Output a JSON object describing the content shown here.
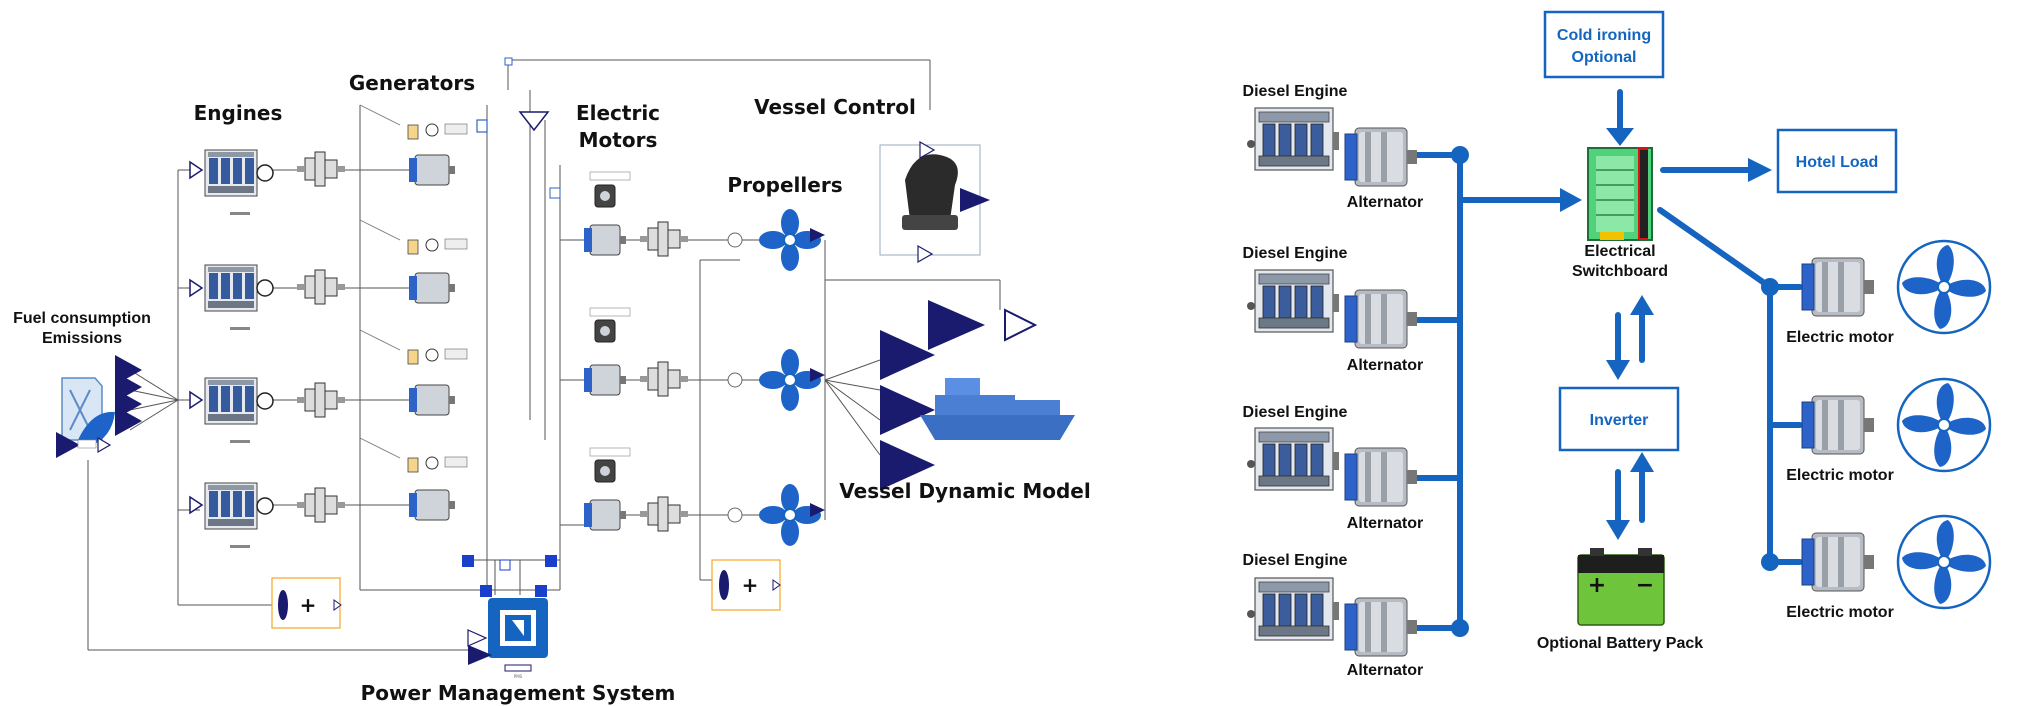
{
  "left_diagram": {
    "sections": {
      "engines": "Engines",
      "generators": "Generators",
      "electric_motors_line1": "Electric",
      "electric_motors_line2": "Motors",
      "vessel_control": "Vessel Control",
      "propellers": "Propellers",
      "fuel_line1": "Fuel consumption",
      "fuel_line2": "Emissions",
      "vessel_dynamic_model": "Vessel Dynamic Model",
      "power_management_system": "Power Management System"
    },
    "plus_symbol": "+",
    "pms_label": "PMS",
    "colors": {
      "navy": "#1a1a6e",
      "accent": "#f5a623"
    }
  },
  "right_diagram": {
    "engines": [
      {
        "engine": "Diesel Engine",
        "alternator": "Alternator"
      },
      {
        "engine": "Diesel Engine",
        "alternator": "Alternator"
      },
      {
        "engine": "Diesel Engine",
        "alternator": "Alternator"
      },
      {
        "engine": "Diesel Engine",
        "alternator": "Alternator"
      }
    ],
    "cold_ironing_line1": "Cold ironing",
    "cold_ironing_line2": "Optional",
    "hotel_load": "Hotel Load",
    "switchboard_line1": "Electrical",
    "switchboard_line2": "Switchboard",
    "inverter": "Inverter",
    "battery": "Optional Battery Pack",
    "battery_plus": "+",
    "battery_minus": "−",
    "motors": [
      "Electric motor",
      "Electric motor",
      "Electric motor"
    ],
    "colors": {
      "bus": "#1565c0",
      "box_border": "#1565c0"
    }
  }
}
